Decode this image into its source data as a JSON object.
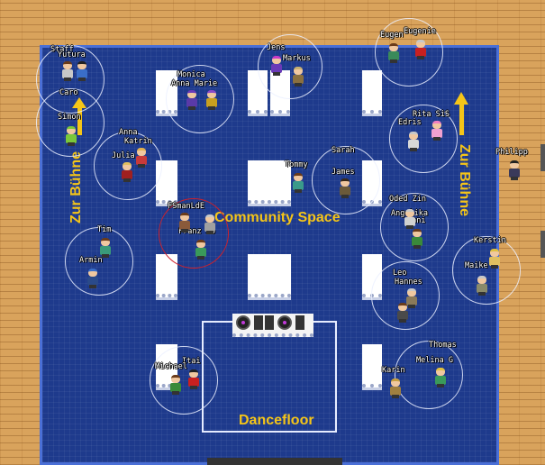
{
  "labels": {
    "community_space": "Community Space",
    "dancefloor": "Dancefloor",
    "zur_buehne_left": "Zur Bühne",
    "zur_buehne_right": "Zur Bühne"
  },
  "players": [
    {
      "name": "Staff"
    },
    {
      "name": "Yutura"
    },
    {
      "name": "Caro"
    },
    {
      "name": "Simon"
    },
    {
      "name": "Monica"
    },
    {
      "name": "Anna Marie"
    },
    {
      "name": "Jens"
    },
    {
      "name": "Markus"
    },
    {
      "name": "Eugen"
    },
    {
      "name": "Eugenie"
    },
    {
      "name": "Rita SiS"
    },
    {
      "name": "Edris"
    },
    {
      "name": "Anna"
    },
    {
      "name": "Katrin"
    },
    {
      "name": "Julia"
    },
    {
      "name": "Sarah"
    },
    {
      "name": "James"
    },
    {
      "name": "Tommy"
    },
    {
      "name": "Philipp"
    },
    {
      "name": "FSmanLdE"
    },
    {
      "name": "Franz Jo"
    },
    {
      "name": "Oded Zin"
    },
    {
      "name": "Angelika"
    },
    {
      "name": "Dani"
    },
    {
      "name": "Tim"
    },
    {
      "name": "Armin"
    },
    {
      "name": "Kerstin"
    },
    {
      "name": "Maike"
    },
    {
      "name": "Leo"
    },
    {
      "name": "Hannes"
    },
    {
      "name": "Thomas"
    },
    {
      "name": "Melina G"
    },
    {
      "name": "Karin"
    },
    {
      "name": "Itai"
    },
    {
      "name": "Michael"
    }
  ],
  "colors": {
    "carpet": "#1e3a8c",
    "floor_wood": "#d9a35c",
    "label_yellow": "#f5c518",
    "focus_ring": "#d0202a"
  }
}
